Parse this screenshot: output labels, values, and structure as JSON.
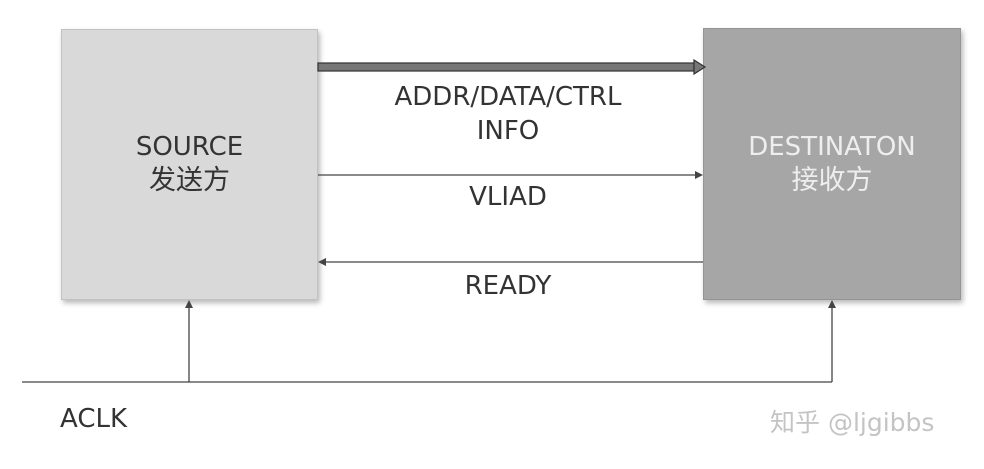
{
  "source": {
    "title": "SOURCE",
    "subtitle": "发送方"
  },
  "destination": {
    "title": "DESTINATON",
    "subtitle": "接收方"
  },
  "signals": {
    "addr_line1": "ADDR/DATA/CTRL",
    "addr_line2": "INFO",
    "valid": "VLIAD",
    "ready": "READY"
  },
  "clock": {
    "label": "ACLK"
  },
  "watermark": "知乎 @ljgibbs",
  "colors": {
    "source_fill": "#d9d9d9",
    "destination_fill": "#a6a6a6",
    "wire": "#444444"
  }
}
